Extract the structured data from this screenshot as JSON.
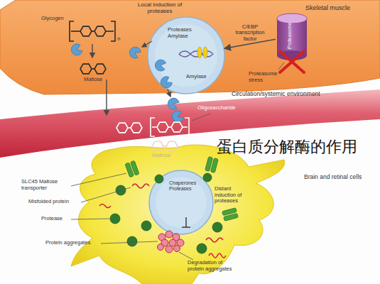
{
  "diagram": {
    "nodes": [
      {
        "text": [
          "Skeletal muscle"
        ]
      },
      {
        "text": [
          "Proteases Amylase"
        ],
        "in": 0
      },
      {
        "text": [
          "Proteasome"
        ],
        "in": 0
      },
      {
        "text": [
          "Circulation/systemic environment"
        ]
      },
      {
        "text": [
          "Brain and retinal cells"
        ]
      },
      {
        "text": [
          "Chaperones Proteases"
        ],
        "in": 4
      }
    ],
    "edges": [
      {
        "from": 2,
        "to": 1,
        "arrow": "to",
        "label": "C/EBP transcription factor"
      }
    ],
    "labels": [
      "Local induction of proteases",
      "Glycogen",
      "n",
      "Maltose",
      "Amylase",
      "Proteasome stress",
      "Oligosaccharide",
      "n",
      "Maltose",
      "SLC45 Maltose transporter",
      "Misfolded protein",
      "Protease",
      "Protein aggregates",
      "Distant induction of proteases",
      "Degradation of protein aggregates",
      "蛋白质分解酶的作用"
    ]
  }
}
